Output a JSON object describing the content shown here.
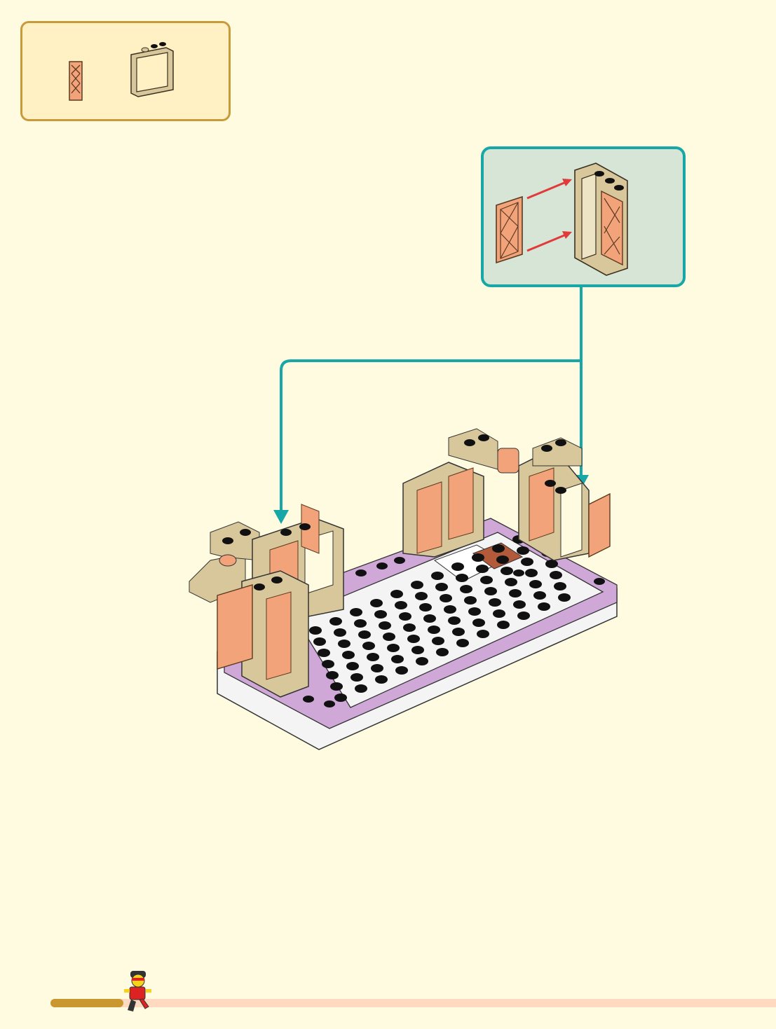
{
  "parts_list": {
    "items": [
      {
        "name": "lattice-window-shutter",
        "color": "#f2a37a"
      },
      {
        "name": "window-frame",
        "color": "#d8c79a"
      }
    ]
  },
  "callout": {
    "border_color": "#17a7a7",
    "background": "#d6e5d6"
  },
  "progress": {
    "fraction": 0.1
  },
  "colors": {
    "tan": "#d8c79a",
    "shutter": "#f2a37a",
    "lavender": "#cfa8d8",
    "white_plate": "#f4f4f4",
    "teal_arrow": "#17a7a7",
    "red_arrow": "#e03a3a",
    "reddish_brown": "#b35a3a"
  }
}
